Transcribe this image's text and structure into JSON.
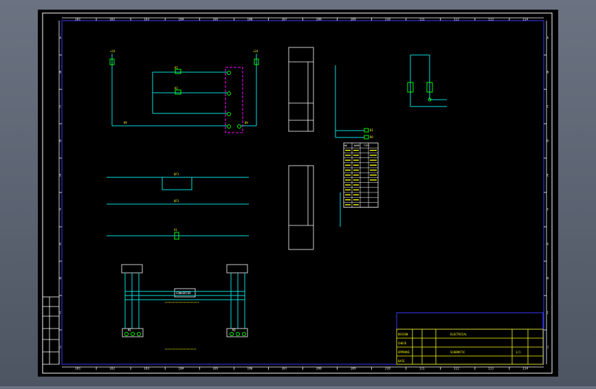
{
  "colors": {
    "background": "#000000",
    "frame": "#ffffff",
    "border_inner": "#3a3aff",
    "wire": "#00e0e0",
    "component": "#00ff00",
    "label": "#ffff00",
    "boundary": "#ff00ff",
    "text_white": "#ffffff"
  },
  "columns": [
    "101",
    "102",
    "103",
    "104",
    "105",
    "106",
    "107",
    "108",
    "109",
    "110",
    "111",
    "112",
    "113",
    "114"
  ],
  "rows": [
    "A",
    "B",
    "C",
    "D",
    "E",
    "F",
    "G",
    "H",
    "I",
    "J"
  ],
  "labels": {
    "left_pole": "+24",
    "right_pole": "+24",
    "coil_top": "K1",
    "coil_mid": "K2",
    "ground": "0V",
    "lower_right": "0V",
    "bus_a": "QF1",
    "bus_b": "QF2",
    "bus_c": "X1",
    "motor_left": "M1",
    "motor_right": "M2",
    "converter": "CONVERTER",
    "sig1": "DI",
    "sig2": "DO"
  },
  "title_block": {
    "rows": [
      "DESIGN",
      "CHECK",
      "APPROVE",
      "DATE"
    ],
    "name": "ELECTRICAL",
    "drawing": "SCHEMATIC",
    "sheet": "1/1"
  },
  "side_table": {
    "headers": [
      "NO",
      "NAME",
      "TYPE"
    ],
    "rows": 12
  }
}
